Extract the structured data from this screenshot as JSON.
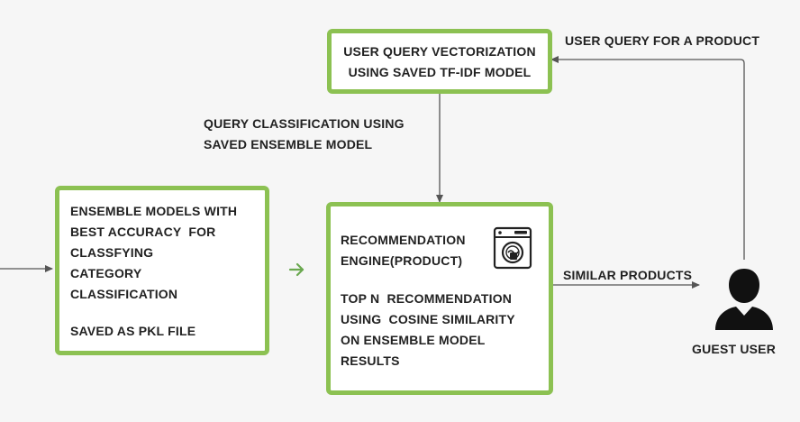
{
  "nodes": {
    "vectorization": {
      "line1": "USER QUERY VECTORIZATION",
      "line2": "USING SAVED TF-IDF MODEL"
    },
    "ensemble": {
      "line1": "ENSEMBLE MODELS WITH",
      "line2": "BEST ACCURACY  FOR",
      "line3": "CLASSFYING",
      "line4": "CATEGORY",
      "line5": "CLASSIFICATION",
      "line6": "SAVED AS PKL FILE"
    },
    "recommendation": {
      "line1": "RECOMMENDATION",
      "line2": "ENGINE(PRODUCT)",
      "line3": "TOP N  RECOMMENDATION",
      "line4": "USING  COSINE SIMILARITY",
      "line5": "ON ENSEMBLE MODEL",
      "line6": "RESULTS"
    },
    "guest": {
      "label": "GUEST USER"
    }
  },
  "edges": {
    "user_query": "USER QUERY FOR A PRODUCT",
    "classification_line1": "QUERY CLASSIFICATION USING",
    "classification_line2": "SAVED ENSEMBLE MODEL",
    "similar": "SIMILAR PRODUCTS"
  },
  "colors": {
    "box_border": "#8cc152",
    "arrow": "#555555",
    "green_arrow": "#6aa84f",
    "text": "#222222"
  },
  "icons": {
    "engine": "washing-machine-icon",
    "user": "user-silhouette-icon"
  }
}
